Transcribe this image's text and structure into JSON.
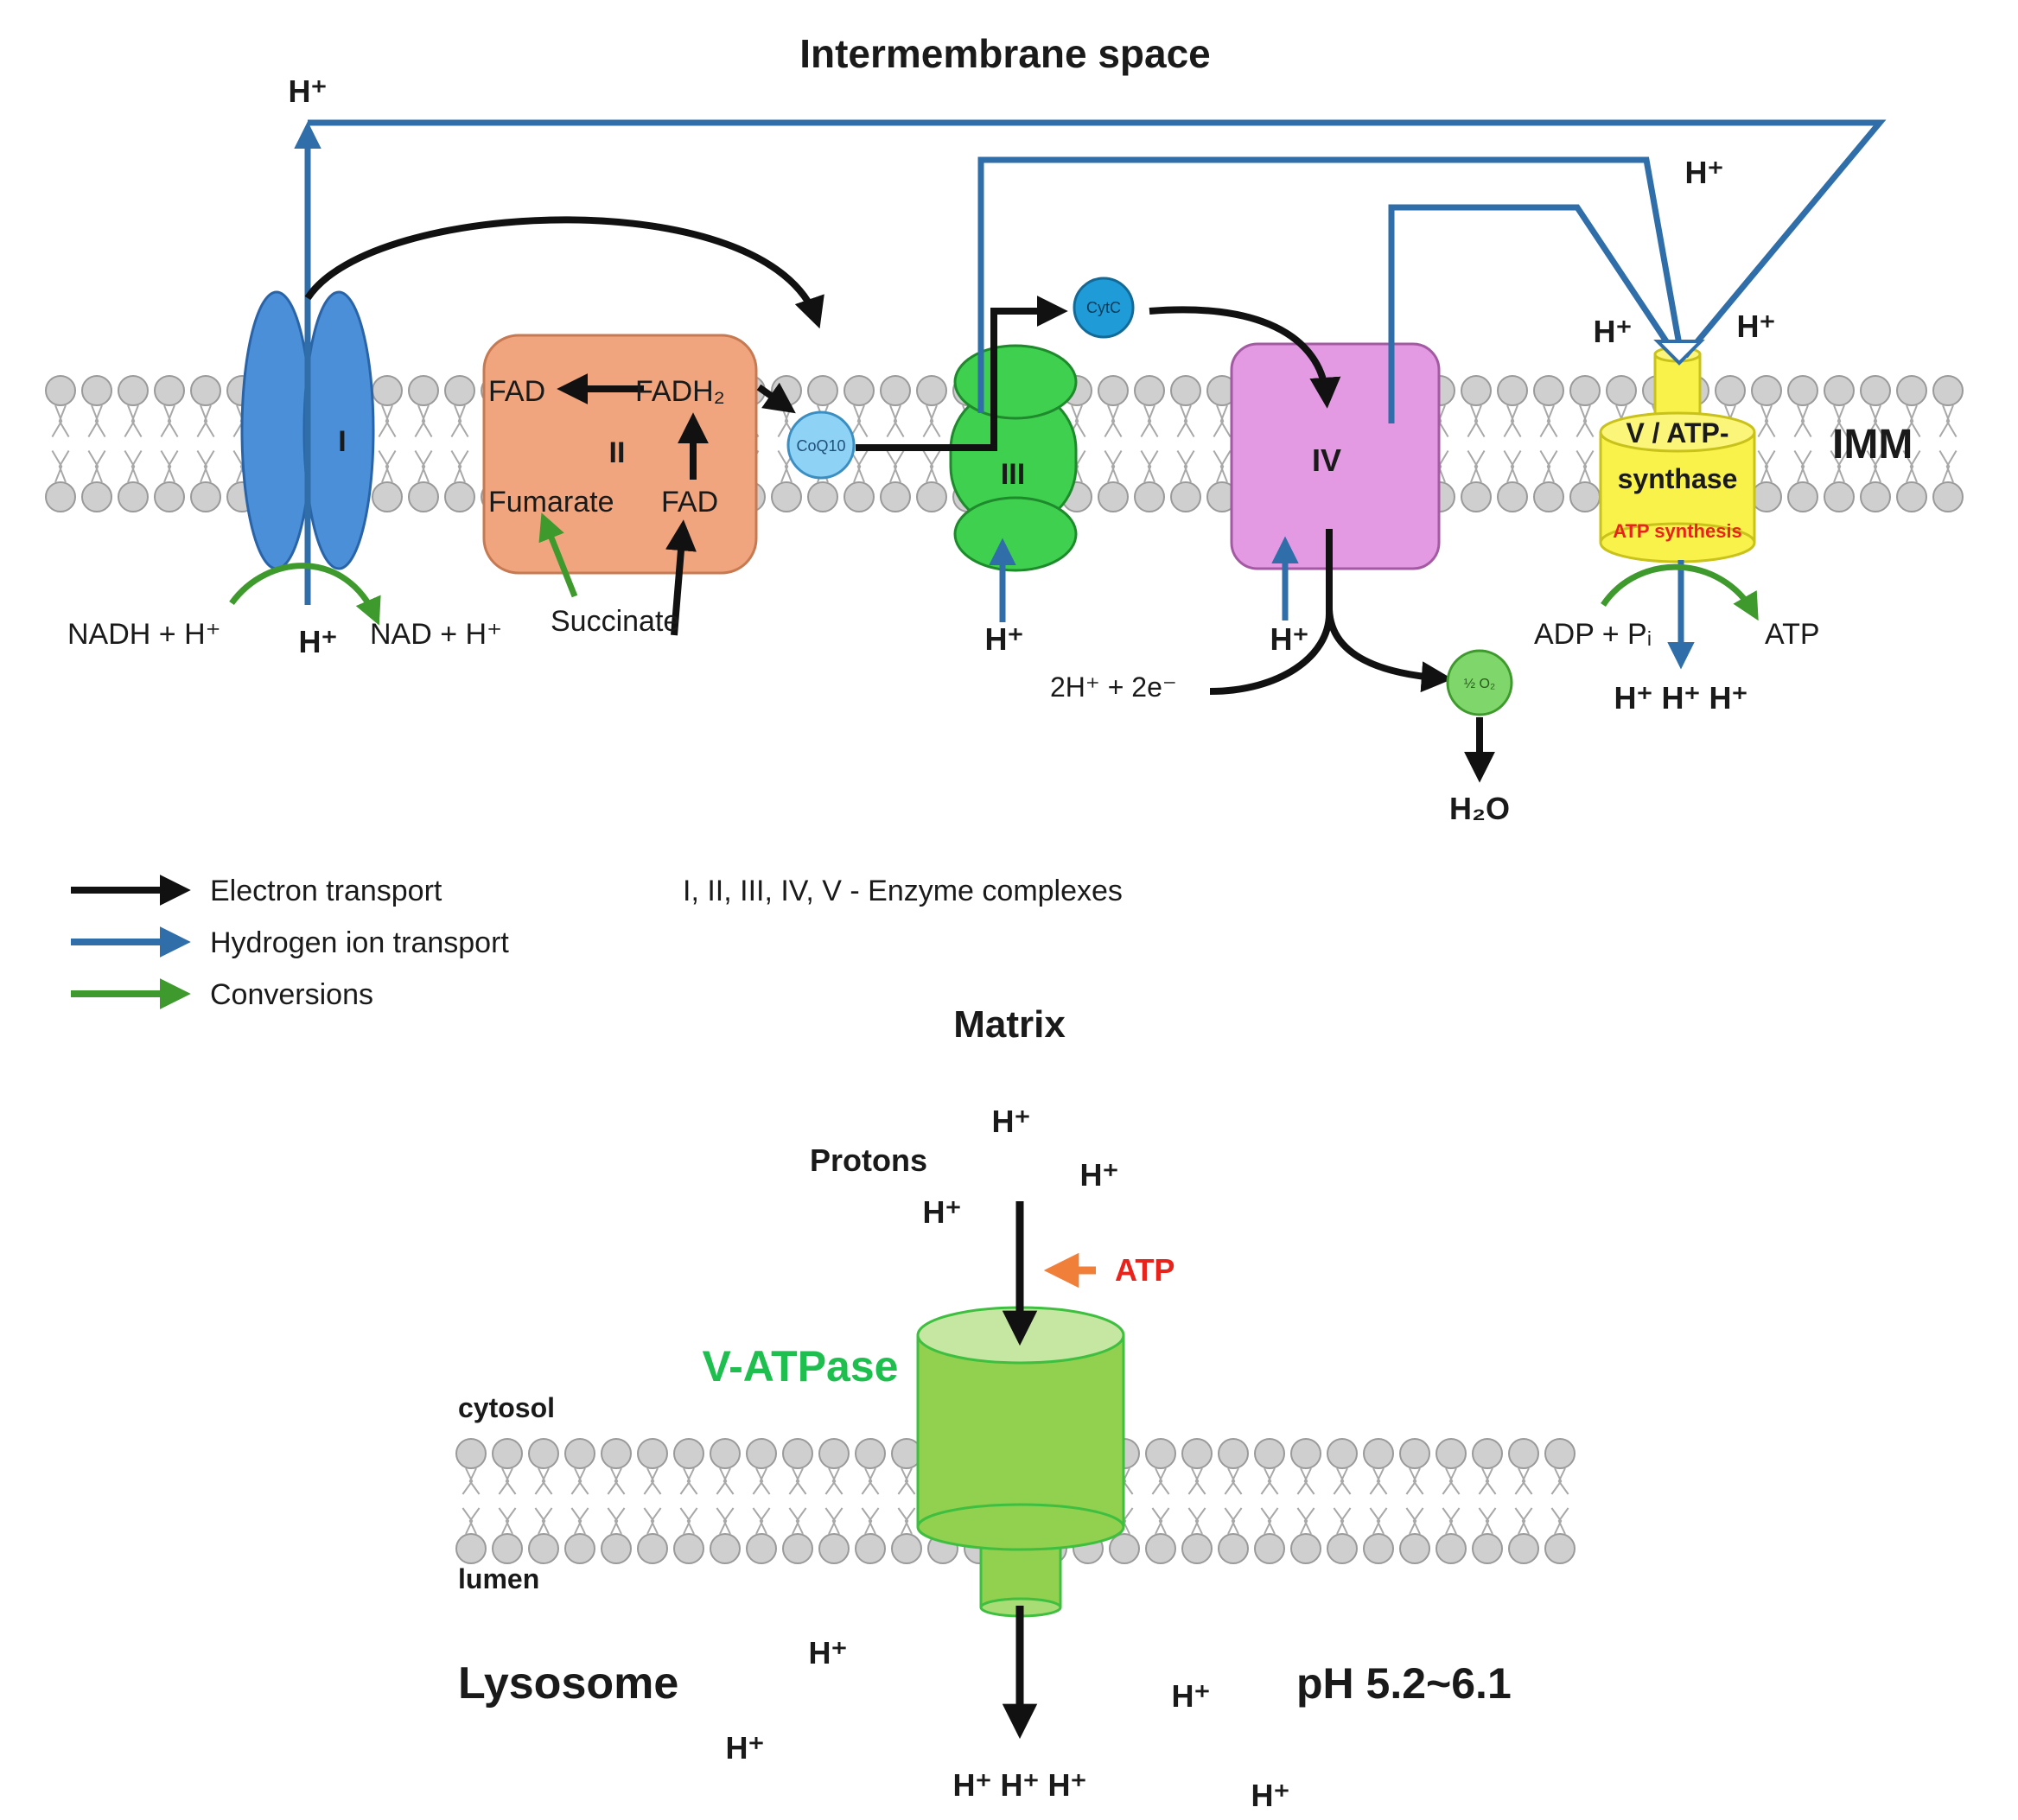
{
  "regions": {
    "intermembrane": "Intermembrane space",
    "imm": "IMM",
    "matrix": "Matrix",
    "cytosol": "cytosol",
    "lumen": "lumen",
    "lysosome": "Lysosome",
    "ph": "pH 5.2~6.1"
  },
  "complexes": {
    "c1": "I",
    "c2": "II",
    "c3": "III",
    "c4": "IV",
    "c5_line1": "V / ATP-",
    "c5_line2": "synthase",
    "c5_sub": "ATP synthesis",
    "coq10": "CoQ10",
    "cytc": "CytC",
    "half_o2": "½ O₂"
  },
  "molecules": {
    "fad_left": "FAD",
    "fadh2": "FADH₂",
    "fumarate": "Fumarate",
    "fad_bottom": "FAD",
    "succinate": "Succinate",
    "nadh": "NADH + H⁺",
    "nad": "NAD + H⁺",
    "proton": "H⁺",
    "two_h_two_e": "2H⁺ + 2e⁻",
    "water": "H₂O",
    "adp_pi": "ADP + Pᵢ",
    "atp": "ATP",
    "triple_h": "H⁺ H⁺ H⁺"
  },
  "legend": {
    "electron": "Electron transport",
    "hydrogen": "Hydrogen ion transport",
    "conversions": "Conversions",
    "complexes_note": "I, II, III, IV, V - Enzyme complexes"
  },
  "vatpase": {
    "name": "V-ATPase",
    "protons": "Protons",
    "atp": "ATP"
  },
  "colors": {
    "electron": "#111111",
    "hydrogen": "#2f6ea8",
    "conversion": "#3f9a2e",
    "complex1": "#4a8fd8",
    "complex2": "#f0a57e",
    "complex3": "#3fd04f",
    "complex4": "#e39ae3",
    "complex5": "#f8f24a",
    "vatpase": "#92d050",
    "vatpase_label": "#1fbf4f",
    "atp_red": "#e8231b",
    "atp_arrow": "#f07f3a",
    "lipid": "#cfcfcf"
  }
}
